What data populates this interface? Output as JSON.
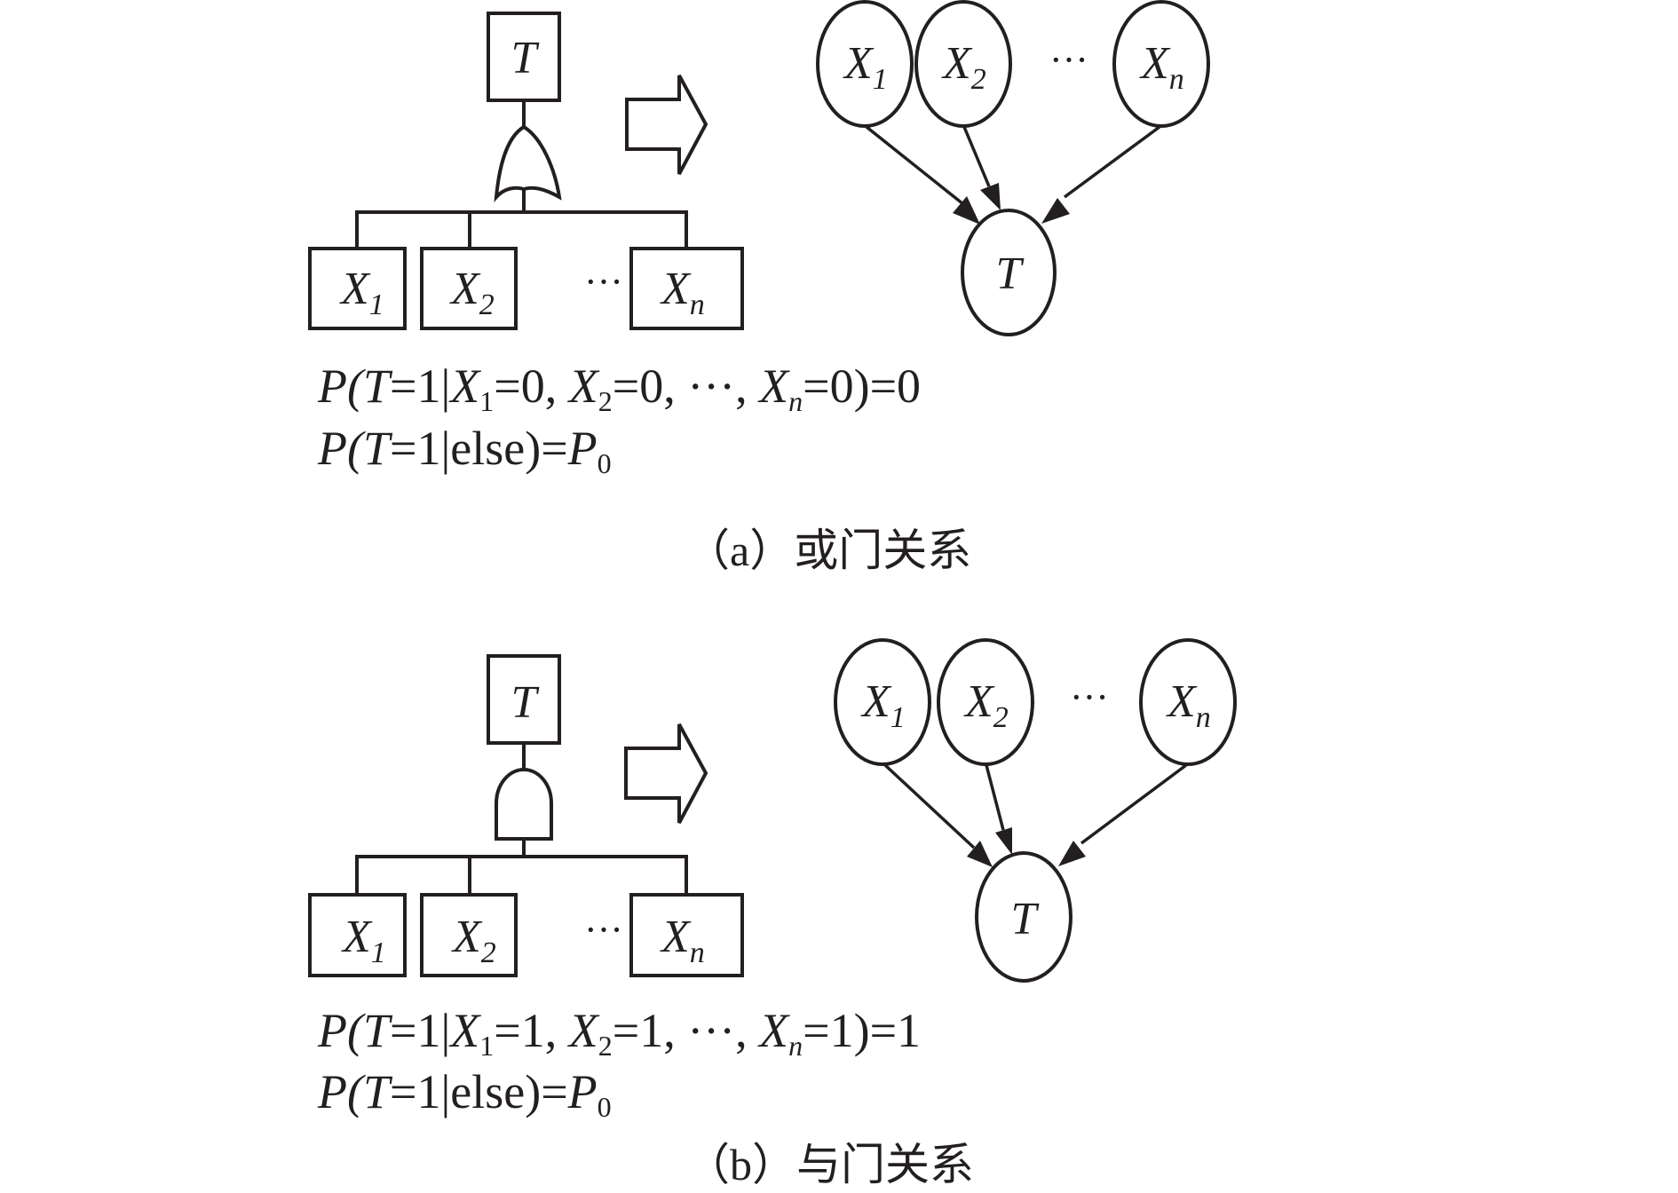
{
  "panels": [
    {
      "id": "a",
      "gate_type": "OR",
      "top_event": "T",
      "basic_events": [
        {
          "base": "X",
          "sub": "1"
        },
        {
          "base": "X",
          "sub": "2"
        },
        {
          "base": "X",
          "sub": "n"
        }
      ],
      "ellipsis": "···",
      "bn_nodes": [
        {
          "base": "X",
          "sub": "1"
        },
        {
          "base": "X",
          "sub": "2"
        },
        {
          "base": "X",
          "sub": "n"
        }
      ],
      "bn_child": "T",
      "formula_line1": {
        "prefix": "P(",
        "T": "T",
        "eq1": "=1|",
        "x1": "X",
        "x1sub": "1",
        "v1": "=0, ",
        "x2": "X",
        "x2sub": "2",
        "v2": "=0, ···, ",
        "xn": "X",
        "xnsub": "n",
        "vn": "=0)=0"
      },
      "formula_line2": {
        "prefix": "P(",
        "T": "T",
        "mid": "=1|else)=",
        "P": "P",
        "Psub": "0"
      },
      "caption": "（a）或门关系"
    },
    {
      "id": "b",
      "gate_type": "AND",
      "top_event": "T",
      "basic_events": [
        {
          "base": "X",
          "sub": "1"
        },
        {
          "base": "X",
          "sub": "2"
        },
        {
          "base": "X",
          "sub": "n"
        }
      ],
      "ellipsis": "···",
      "bn_nodes": [
        {
          "base": "X",
          "sub": "1"
        },
        {
          "base": "X",
          "sub": "2"
        },
        {
          "base": "X",
          "sub": "n"
        }
      ],
      "bn_child": "T",
      "formula_line1": {
        "prefix": "P(",
        "T": "T",
        "eq1": "=1|",
        "x1": "X",
        "x1sub": "1",
        "v1": "=1, ",
        "x2": "X",
        "x2sub": "2",
        "v2": "=1, ···, ",
        "xn": "X",
        "xnsub": "n",
        "vn": "=1)=1"
      },
      "formula_line2": {
        "prefix": "P(",
        "T": "T",
        "mid": "=1|else)=",
        "P": "P",
        "Psub": "0"
      },
      "caption": "（b）与门关系"
    }
  ]
}
